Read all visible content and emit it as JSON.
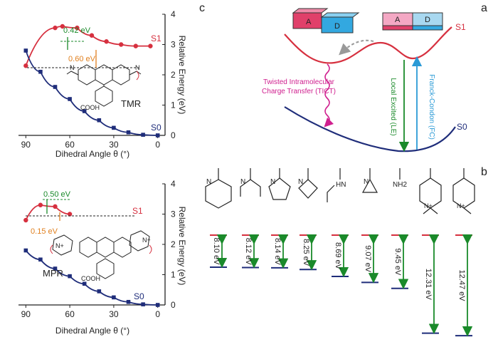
{
  "panel_labels": {
    "a": "a",
    "b": "b",
    "c": "c"
  },
  "colors": {
    "s1": "#d6303f",
    "s0": "#1f2d7a",
    "green": "#1a8a2a",
    "blue": "#2a9ad6",
    "magenta": "#d0208f",
    "orange": "#e08020",
    "red_pink": "#e0406a",
    "cyan": "#33a8e0"
  },
  "panel_a": {
    "s1_label": "S1",
    "s0_label": "S0",
    "tict_line1": "Twisted Intramolecular",
    "tict_line2": "Charge Transfer (TICT)",
    "le_label": "Local Excited (LE)",
    "fc_label": "Franck-Condon (FC)",
    "block_a": "A",
    "block_d": "D"
  },
  "panel_b": {
    "substituents": [
      "piperidine",
      "diethylamine",
      "pyrrolidine",
      "azetidine",
      "ethylamine",
      "aziridine",
      "NH2",
      "dimethylpiperazinium",
      "methylpiperazinium"
    ],
    "nh2_text": "NH2",
    "nplus_text": "N+",
    "gaps": [
      "8.10 eV",
      "8.12 eV",
      "8.14 eV",
      "8.25 eV",
      "8.69 eV",
      "9.07 eV",
      "9.45 eV",
      "12.31 eV",
      "12.47 eV"
    ]
  },
  "panel_c_top": {
    "molecule": "TMR",
    "cooh": "COOH",
    "ylabel": "Relative Energy (eV)",
    "xlabel": "Dihedral Angle θ (°)",
    "s1_label": "S1",
    "s0_label": "S0",
    "ann_green": "0.42 eV",
    "ann_orange": "0.60 eV"
  },
  "panel_c_bottom": {
    "molecule": "MPR",
    "cooh": "COOH",
    "ylabel": "Relative Energy (eV)",
    "xlabel": "Dihedral Angle θ (°)",
    "s1_label": "S1",
    "s0_label": "S0",
    "ann_green": "0.50 eV",
    "ann_orange": "0.15 eV"
  },
  "chart_data": [
    {
      "type": "line",
      "title": "",
      "xlabel": "Dihedral Angle θ (°)",
      "ylabel": "Relative Energy (eV)",
      "xlim": [
        -5,
        95
      ],
      "ylim": [
        0,
        4
      ],
      "x_reversed": true,
      "xticks": [
        0,
        30,
        60,
        90
      ],
      "yticks": [
        0,
        1,
        2,
        3,
        4
      ],
      "series": [
        {
          "name": "S1",
          "x": [
            5,
            15,
            25,
            35,
            45,
            55,
            65,
            70,
            90
          ],
          "y": [
            2.95,
            2.95,
            3.0,
            3.1,
            3.3,
            3.55,
            3.6,
            3.55,
            2.3
          ]
        },
        {
          "name": "S0",
          "x": [
            0,
            10,
            20,
            30,
            40,
            50,
            60,
            70,
            80,
            90
          ],
          "y": [
            0.0,
            0.02,
            0.1,
            0.25,
            0.5,
            0.8,
            1.2,
            1.6,
            2.1,
            2.8
          ]
        }
      ]
    },
    {
      "type": "line",
      "title": "",
      "xlabel": "Dihedral Angle θ (°)",
      "ylabel": "Relative Energy (eV)",
      "xlim": [
        -5,
        95
      ],
      "ylim": [
        0,
        4
      ],
      "x_reversed": true,
      "xticks": [
        0,
        30,
        60,
        90
      ],
      "yticks": [
        0,
        1,
        2,
        3,
        4
      ],
      "series": [
        {
          "name": "S1",
          "x": [
            60,
            70,
            80,
            90
          ],
          "y": [
            3.0,
            3.25,
            3.3,
            2.8
          ]
        },
        {
          "name": "S0",
          "x": [
            0,
            10,
            20,
            30,
            40,
            50,
            60,
            70,
            80,
            90
          ],
          "y": [
            0.0,
            0.02,
            0.1,
            0.25,
            0.45,
            0.7,
            0.95,
            1.2,
            1.5,
            1.8
          ]
        }
      ]
    }
  ]
}
